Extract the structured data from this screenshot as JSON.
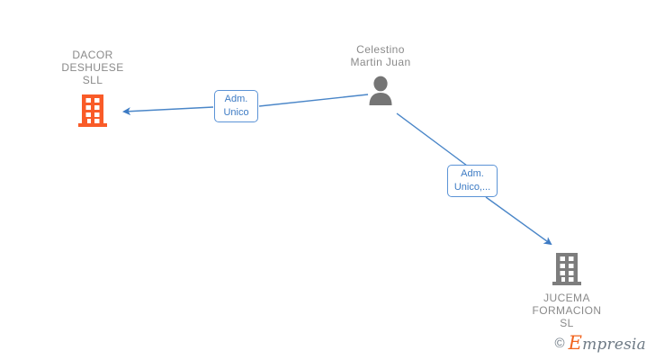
{
  "diagram": {
    "type": "relationship-graph",
    "nodes": [
      {
        "id": "dacor",
        "kind": "company",
        "label": "DACOR\nDESHUESE\nSLL",
        "icon": "building-icon",
        "icon_color": "#f95b28",
        "label_color": "#8a8a8a"
      },
      {
        "id": "person",
        "kind": "person",
        "label": "Celestino\nMartin Juan",
        "icon": "person-icon",
        "icon_color": "#757575",
        "label_color": "#8a8a8a"
      },
      {
        "id": "jucema",
        "kind": "company",
        "label": "JUCEMA\nFORMACION\nSL",
        "icon": "building-icon",
        "icon_color": "#7d7d7d",
        "label_color": "#8a8a8a"
      }
    ],
    "edges": [
      {
        "id": "edge-person-dacor",
        "from": "person",
        "to": "dacor",
        "label": "Adm.\nUnico",
        "color": "#4a86c8",
        "direction": "to-target"
      },
      {
        "id": "edge-person-jucema",
        "from": "person",
        "to": "jucema",
        "label": "Adm.\nUnico,...",
        "color": "#4a86c8",
        "direction": "to-target"
      }
    ]
  },
  "watermark": {
    "copyright": "©",
    "brand_initial": "E",
    "brand_rest": "mpresia",
    "brand_color": "#f1641e"
  }
}
